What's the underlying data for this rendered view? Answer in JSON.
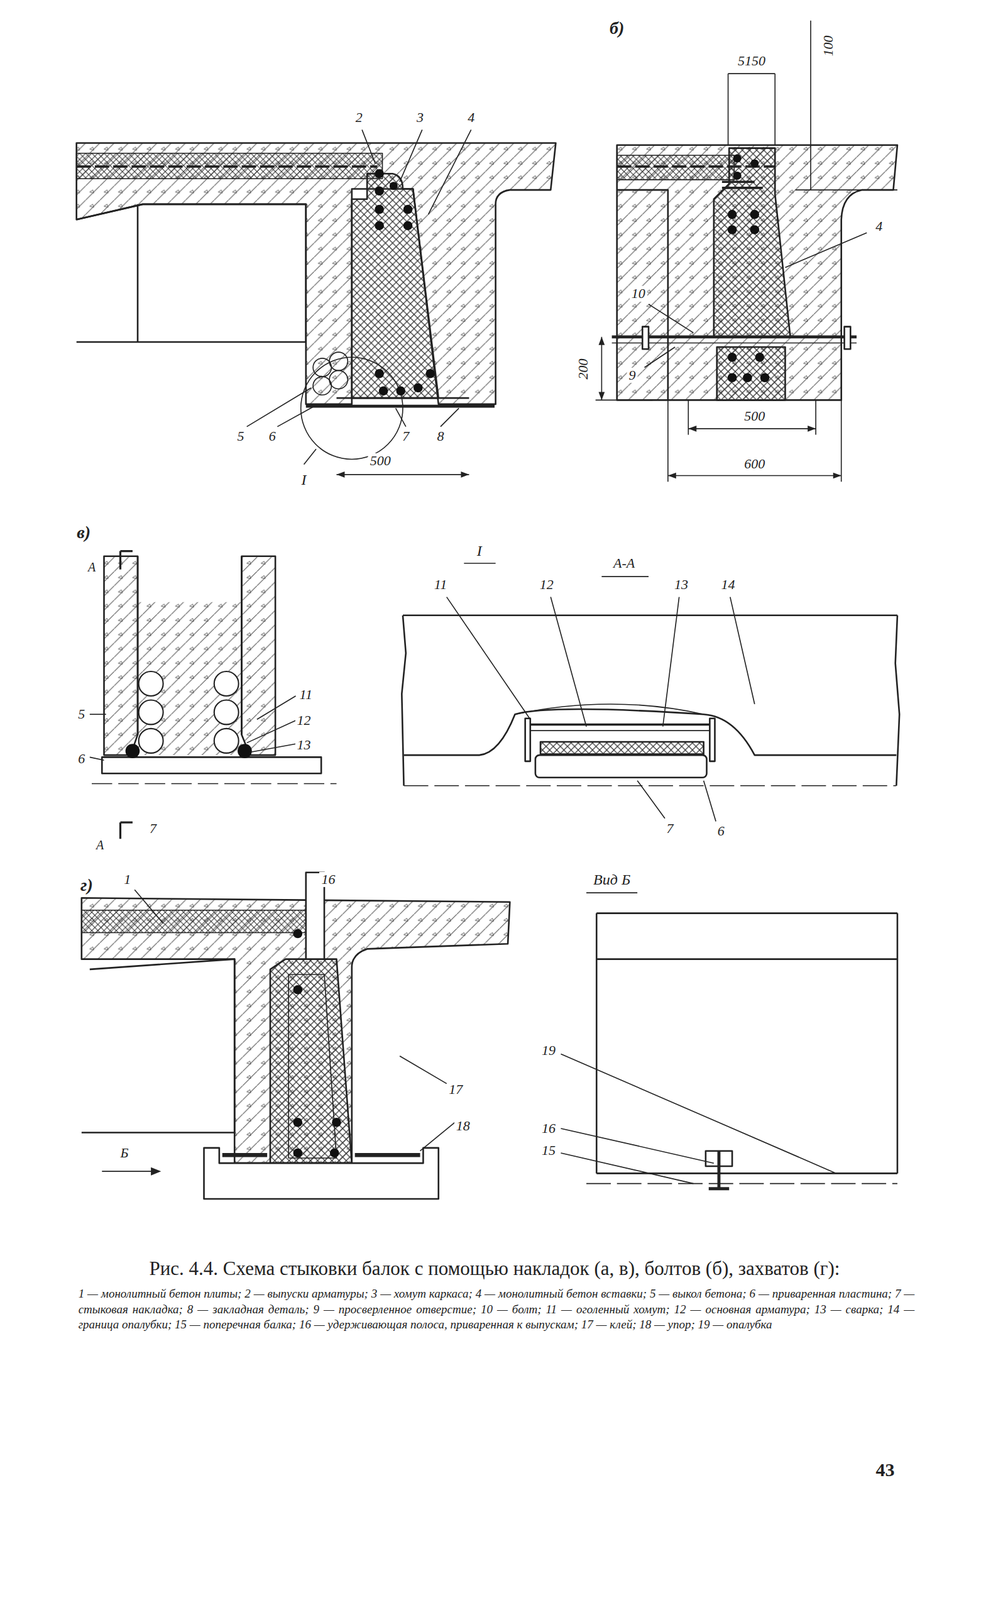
{
  "diagram": {
    "caption": "Рис. 4.4. Схема стыковки балок с помощью накладок (а, в), болтов (б), захватов (г):",
    "labels": [
      "2",
      "3",
      "4",
      "5",
      "6",
      "7",
      "8",
      "I",
      "500",
      "б)",
      "5150",
      "100",
      "4",
      "10",
      "9",
      "200",
      "500",
      "600",
      "в)",
      "А",
      "А",
      "5",
      "11",
      "12",
      "13",
      "6",
      "7",
      "I",
      "А-А",
      "11",
      "12",
      "13",
      "14",
      "7",
      "6",
      "г)",
      "1",
      "16",
      "17",
      "18",
      "Б",
      "Вид Б",
      "19",
      "16",
      "15",
      "1 — монолитный бетон плиты; 2 — выпуски арматуры; 3 — хомут каркаса; 4 — монолитный бетон вставки; 5 — выкол бетона; 6 — приваренная пластина; 7 — стыковая накладка; 8 — закладная деталь; 9 — просверленное отверстие; 10 — болт; 11 — оголенный хомут; 12 — основная арматура; 13 — сварка; 14 — граница опалубки; 15 — поперечная балка; 16 — удерживающая полоса, приваренная к выпускам; 17 — клей; 18 — упор; 19 — опалубка",
      "43"
    ]
  }
}
